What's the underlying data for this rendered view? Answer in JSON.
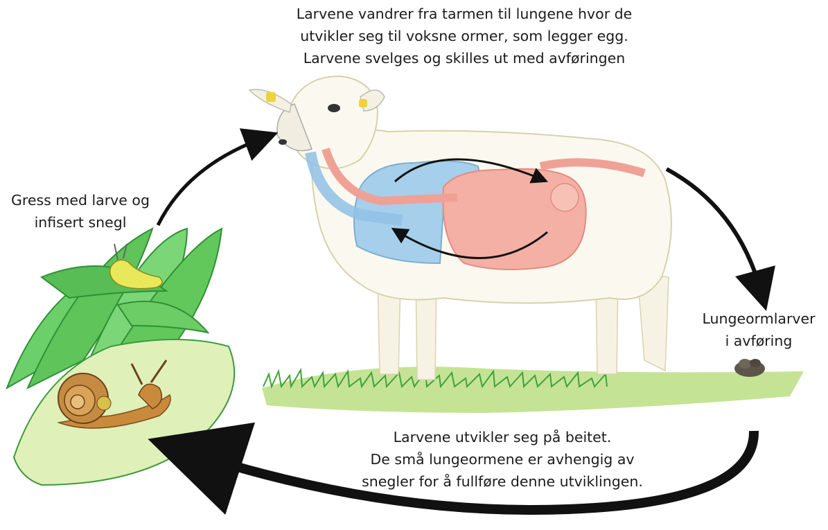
{
  "diagram": {
    "captions": {
      "top": [
        "Larvene vandrer fra tarmen til lungene hvor de",
        "utvikler seg til voksne ormer, som legger egg.",
        "Larvene svelges og skilles ut med avføringen"
      ],
      "left": [
        "Gress med larve og",
        "infisert snegl"
      ],
      "right": [
        "Lungeormlarver",
        "i avføring"
      ],
      "bottom": [
        "Larvene utvikler seg på beitet.",
        "De små lungeormene er avhengig av",
        "snegler for å fullføre denne utviklingen."
      ]
    },
    "illustrations": [
      "sheep",
      "lungs",
      "intestine",
      "grass",
      "snail",
      "larva",
      "droppings",
      "pasture"
    ],
    "colors": {
      "lungs": "#9ccbea",
      "intestine": "#f4b0a4",
      "grass": "#5fc45a",
      "snail_shell": "#b27a3a",
      "arrow": "#111111"
    }
  }
}
